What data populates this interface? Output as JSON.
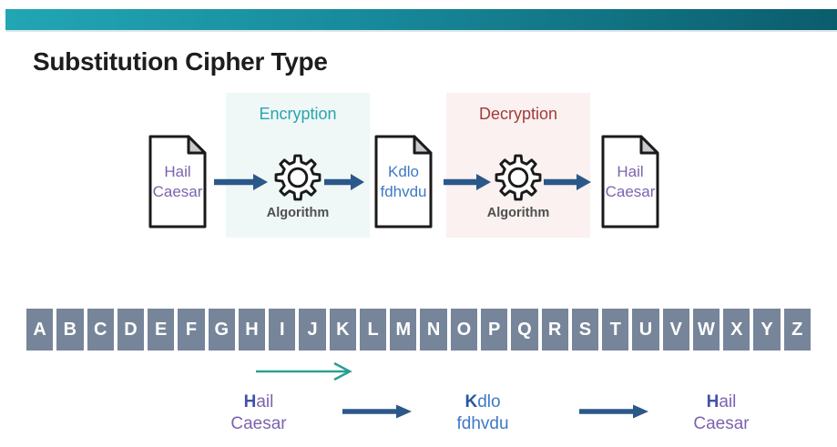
{
  "header": {
    "title": "Substitution Cipher Type"
  },
  "flow": {
    "encryption": {
      "label": "Encryption",
      "algorithm_label": "Algorithm",
      "accent": "#2aa4ad",
      "bg": "#eff8f6"
    },
    "decryption": {
      "label": "Decryption",
      "algorithm_label": "Algorithm",
      "accent": "#a23b3b",
      "bg": "#faf1f0"
    },
    "documents": [
      {
        "lines": [
          "Hail",
          "Caesar"
        ],
        "color": "#7c63ae"
      },
      {
        "lines": [
          "Kdlo",
          "fdhvdu"
        ],
        "color": "#3e79c5"
      },
      {
        "lines": [
          "Hail",
          "Caesar"
        ],
        "color": "#7c63ae"
      }
    ]
  },
  "alphabet": {
    "letters": [
      "A",
      "B",
      "C",
      "D",
      "E",
      "F",
      "G",
      "H",
      "I",
      "J",
      "K",
      "L",
      "M",
      "N",
      "O",
      "P",
      "Q",
      "R",
      "S",
      "T",
      "U",
      "V",
      "W",
      "X",
      "Y",
      "Z"
    ],
    "box_color": "#77859a",
    "letter_color": "#ffffff"
  },
  "bottom": {
    "shift_arrow_color": "#2aa095",
    "words": [
      {
        "first": "H",
        "rest": "ail",
        "line2": "Caesar",
        "color": "#7c63ae",
        "first_color": "#4452a6"
      },
      {
        "first": "K",
        "rest": "dlo",
        "line2": "fdhvdu",
        "color": "#3e79c5",
        "first_color": "#29579f"
      },
      {
        "first": "H",
        "rest": "ail",
        "line2": "Caesar",
        "color": "#7c63ae",
        "first_color": "#4452a6"
      }
    ]
  },
  "colors": {
    "top_bar_gradient_start": "#22a6b4",
    "top_bar_gradient_end": "#0b5d6c",
    "flow_arrow": "#2b5888",
    "title_text": "#1d1d1d"
  }
}
